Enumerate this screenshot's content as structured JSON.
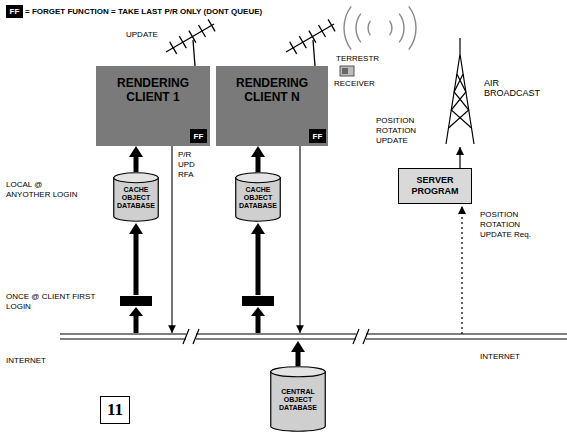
{
  "diagram": {
    "nodes": [
      {
        "text": [
          "FF"
        ]
      },
      {
        "text": [
          "RENDERING CLIENT 1"
        ]
      },
      {
        "text": [
          "FF"
        ],
        "in": 1
      },
      {
        "text": [
          "RENDERING CLIENT N"
        ]
      },
      {
        "text": [
          "FF"
        ],
        "in": 3
      },
      {
        "text": [
          "SERVER PROGRAM"
        ]
      },
      {
        "text": [
          "CACHE OBJECT DATABASE"
        ]
      },
      {
        "text": [
          "CACHE OBJECT DATABASE"
        ]
      },
      {
        "text": [
          "11"
        ]
      },
      {
        "text": [
          "CENTRAL OBJECT DATABASE"
        ]
      }
    ],
    "edges": [
      {
        "from": 6,
        "to": 1,
        "arrow": "to"
      },
      {
        "from": 7,
        "to": 3,
        "arrow": "to"
      }
    ],
    "labels": [
      "= FORGET FUNCTION = TAKE LAST P/R ONLY (DONT QUEUE)",
      "UPDATE",
      "TERRESTR",
      "RECEIVER",
      "AIR BROADCAST",
      "POSITION ROTATION UPDATE",
      "P/R UPD RFA",
      "LOCAL @ ANYOTHER LOGIN",
      "POSITION ROTATION UPDATE Req.",
      "ONCE @ CLIENT FIRST LOGIN",
      "INTERNET",
      "INTERNET"
    ]
  }
}
